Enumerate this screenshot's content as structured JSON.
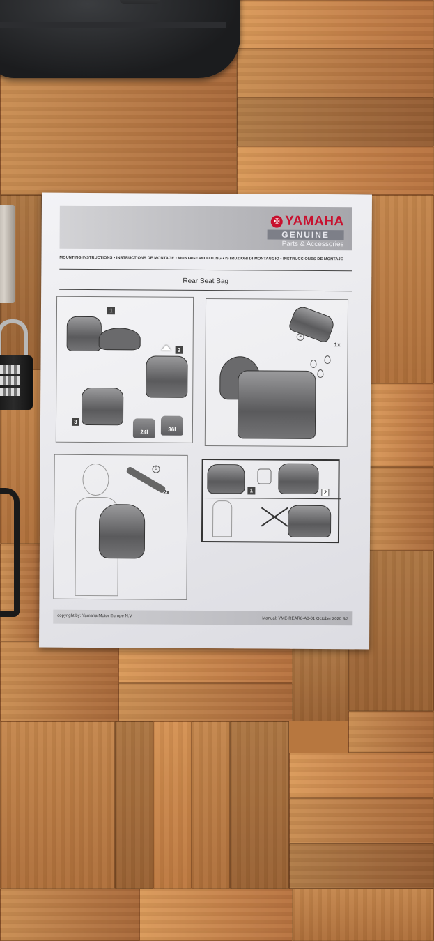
{
  "sheet": {
    "brand": "YAMAHA",
    "brand_mark": "✠",
    "genuine": "GENUINE",
    "parts": "Parts & Accessories",
    "languages": "MOUNTING INSTRUCTIONS • INSTRUCTIONS DE MONTAGE • MONTAGEANLEITUNG • ISTRUZIONI DI MONTAGGIO • INSTRUCCIONES DE MONTAJE",
    "title": "Rear Seat Bag",
    "panel1": {
      "step1": "1",
      "step2": "2",
      "step3": "3",
      "size_small": "24l",
      "size_large": "36l"
    },
    "panel2": {
      "item_num": "4",
      "qty": "1x"
    },
    "panel3": {
      "item_num": "5",
      "qty": "2x"
    },
    "panel4": {
      "step1": "1",
      "step2": "2"
    },
    "copyright": "copyright by: Yamaha Motor Europe N.V.",
    "manual": "Manual: YME-REAR8-A0-01 October 2020 3/3"
  },
  "colors": {
    "brand_red": "#c8102e",
    "floor": "#b7773f",
    "case": "#1f2022"
  }
}
